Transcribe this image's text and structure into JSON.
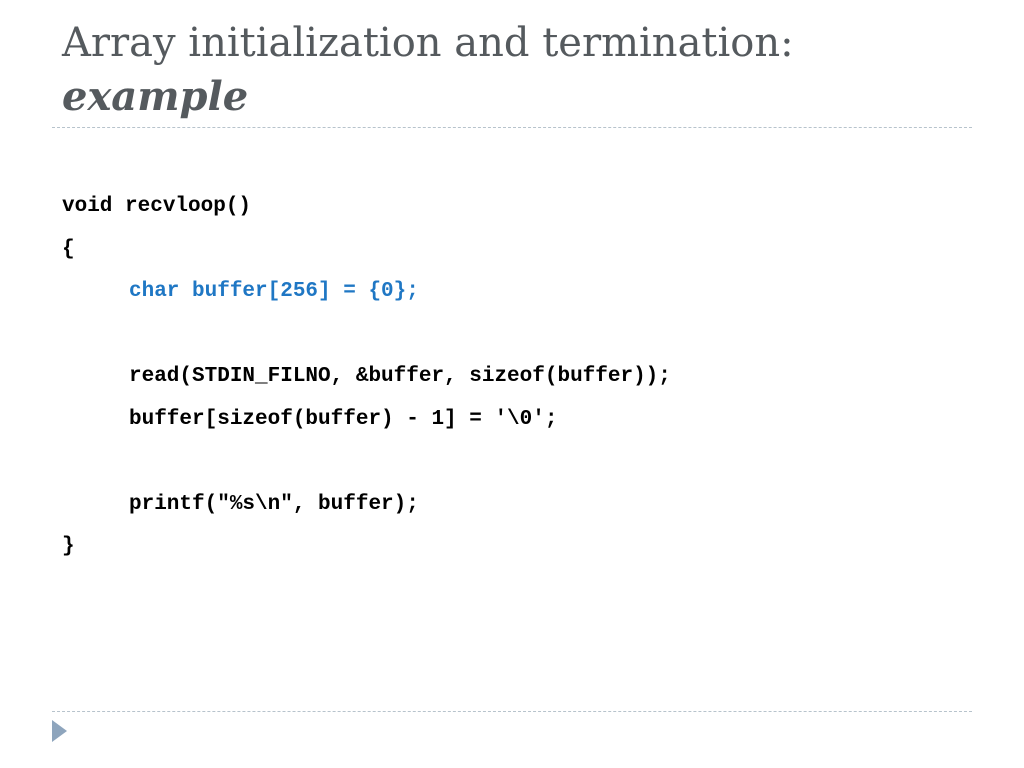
{
  "slide": {
    "title_line1": "Array initialization and termination:",
    "title_line2": "example",
    "code_lines": [
      {
        "text": "void recvloop()",
        "indent": false,
        "highlight": false
      },
      {
        "text": "{",
        "indent": false,
        "highlight": false
      },
      {
        "text": "char buffer[256] = {0};",
        "indent": true,
        "highlight": true
      },
      {
        "text": "",
        "indent": true,
        "highlight": false
      },
      {
        "text": "read(STDIN_FILNO, &buffer, sizeof(buffer));",
        "indent": true,
        "highlight": false
      },
      {
        "text": "buffer[sizeof(buffer) - 1] = '\\0';",
        "indent": true,
        "highlight": false
      },
      {
        "text": "",
        "indent": true,
        "highlight": false
      },
      {
        "text": "printf(\"%s\\n\", buffer);",
        "indent": true,
        "highlight": false
      },
      {
        "text": "}",
        "indent": false,
        "highlight": false
      }
    ],
    "colors": {
      "title": "#555a5e",
      "highlight": "#1f77c4",
      "divider": "#b7c3cc",
      "bullet": "#8ea5bd"
    },
    "icons": {
      "footer_bullet": "triangle-right-icon"
    }
  }
}
